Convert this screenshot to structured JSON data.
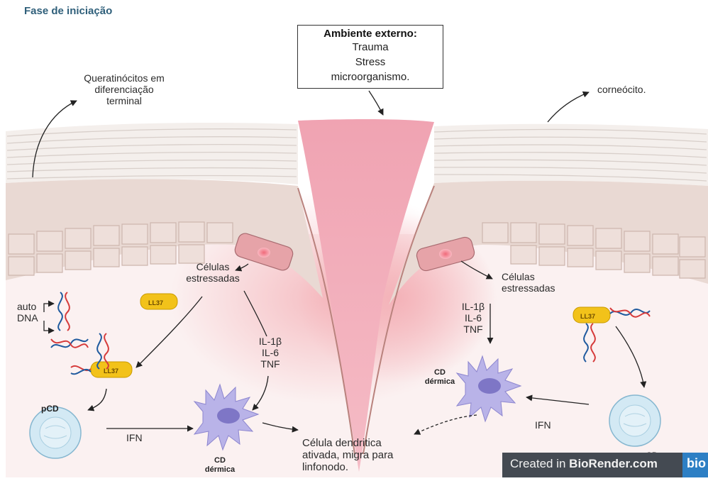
{
  "title": "Fase de iniciação",
  "environment": {
    "heading": "Ambiente externo:",
    "items": [
      "Trauma",
      "Stress",
      "microorganismo."
    ]
  },
  "labels": {
    "keratinocytes": "Queratinócitos em\ndiferenciação\nterminal",
    "corneocyte": "corneócito.",
    "stressed_left": "Células\nestressadas",
    "stressed_right": "Células\nestressadas",
    "auto_dna": "auto\nDNA",
    "ll37": "LL37",
    "cytokines_left": "IL-1β\nIL-6\nTNF",
    "cytokines_right": "IL-1β\nIL-6\nTNF",
    "pcd": "pCD",
    "ifn": "IFN",
    "cd_dermica": "CD\ndérmica",
    "activated": "Célula dendritica\nativada, migra para\nlinfonodo."
  },
  "watermark": {
    "prefix": "Created in ",
    "brand": "BioRender.com",
    "logo": "bio"
  },
  "colors": {
    "title": "#2f5f7a",
    "skin_layers": "#f1ebe7",
    "epidermis_cells": "#e8d6d0",
    "wound": "#f1a8b5",
    "dermis": "#fbeeee",
    "inflammation": "#f3b2b8",
    "ll37": "#f2c21a",
    "dendritic_cell": "#b8b2e6",
    "pcd_cell": "#cfe6f2",
    "badge": "#444a52",
    "bio_logo": "#2d7fc4"
  }
}
